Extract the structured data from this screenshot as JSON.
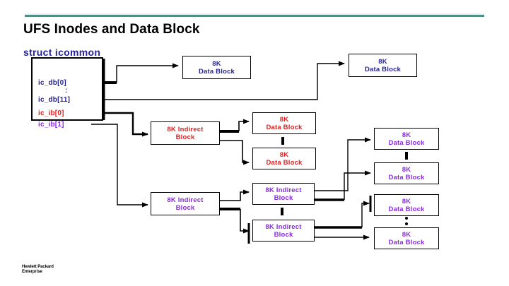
{
  "slide": {
    "title": "UFS Inodes and Data Block",
    "rule_color": "#37998c",
    "background": "#ffffff"
  },
  "diagram": {
    "struct_label": "struct icommon",
    "colors": {
      "navy": "#26239b",
      "red": "#e02020",
      "purple": "#8a2be2",
      "line": "#000000"
    },
    "inode_fields": [
      {
        "label": "ic_db[0]",
        "color": "#26239b"
      },
      {
        "label": ":",
        "color": "#26239b"
      },
      {
        "label": "ic_db[11]",
        "color": "#26239b"
      },
      {
        "label": "ic_ib[0]",
        "color": "#e02020"
      },
      {
        "label": "ic_ib[1]",
        "color": "#8a2be2"
      }
    ],
    "boxes": [
      {
        "id": "db_top_left",
        "line1": "8K",
        "line2": "Data Block",
        "color": "#26239b"
      },
      {
        "id": "db_top_right",
        "line1": "8K",
        "line2": "Data Block",
        "color": "#26239b"
      },
      {
        "id": "ib_red",
        "line1": "8K Indirect",
        "line2": "Block",
        "color": "#e02020"
      },
      {
        "id": "db_red_1",
        "line1": "8K",
        "line2": "Data Block",
        "color": "#e02020"
      },
      {
        "id": "db_red_2",
        "line1": "8K",
        "line2": "Data Block",
        "color": "#e02020"
      },
      {
        "id": "ib_purple_1",
        "line1": "8K Indirect",
        "line2": "Block",
        "color": "#8a2be2"
      },
      {
        "id": "ib_purple_2",
        "line1": "8K Indirect",
        "line2": "Block",
        "color": "#8a2be2"
      },
      {
        "id": "ib_purple_3",
        "line1": "8K Indirect",
        "line2": "Block",
        "color": "#8a2be2"
      },
      {
        "id": "db_purple_1",
        "line1": "8K",
        "line2": "Data Block",
        "color": "#8a2be2"
      },
      {
        "id": "db_purple_2",
        "line1": "8K",
        "line2": "Data Block",
        "color": "#8a2be2"
      },
      {
        "id": "db_purple_3",
        "line1": "8K",
        "line2": "Data Block",
        "color": "#8a2be2"
      },
      {
        "id": "db_purple_4",
        "line1": "8K",
        "line2": "Data Block",
        "color": "#8a2be2"
      }
    ]
  },
  "footer": {
    "logo_line1": "Hewlett Packard",
    "logo_line2": "Enterprise"
  }
}
